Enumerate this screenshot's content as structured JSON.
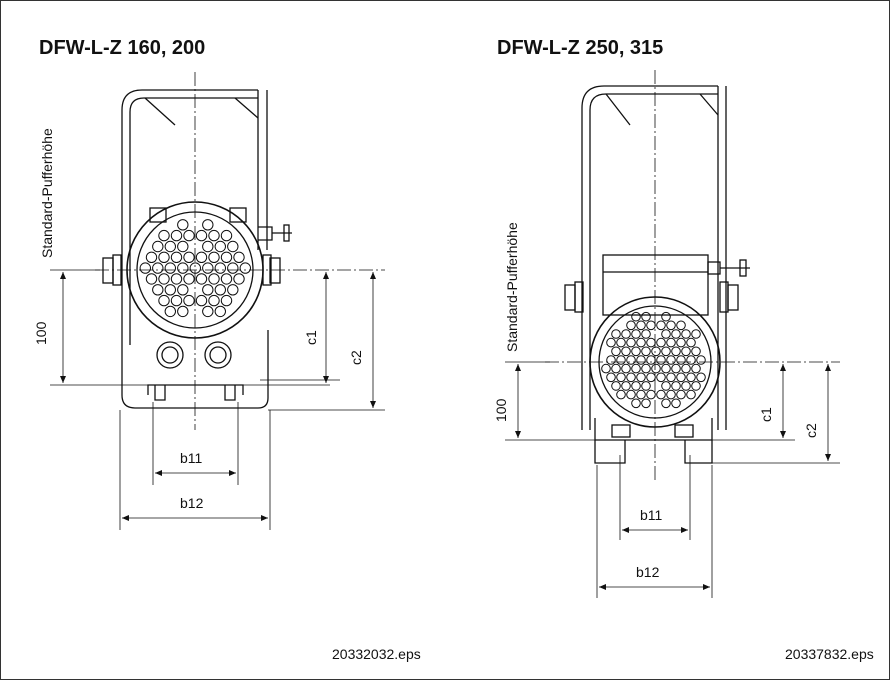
{
  "left_view": {
    "title": "DFW-L-Z 160, 200",
    "buffer_height_label": "Standard-Pufferhöhe",
    "dim_100": "100",
    "dim_c1": "c1",
    "dim_c2": "c2",
    "dim_b11": "b11",
    "dim_b12": "b12",
    "file_name": "20332032.eps"
  },
  "right_view": {
    "title": "DFW-L-Z 250, 315",
    "buffer_height_label": "Standard-Pufferhöhe",
    "dim_100": "100",
    "dim_c1": "c1",
    "dim_c2": "c2",
    "dim_b11": "b11",
    "dim_b12": "b12",
    "file_name": "20337832.eps"
  }
}
